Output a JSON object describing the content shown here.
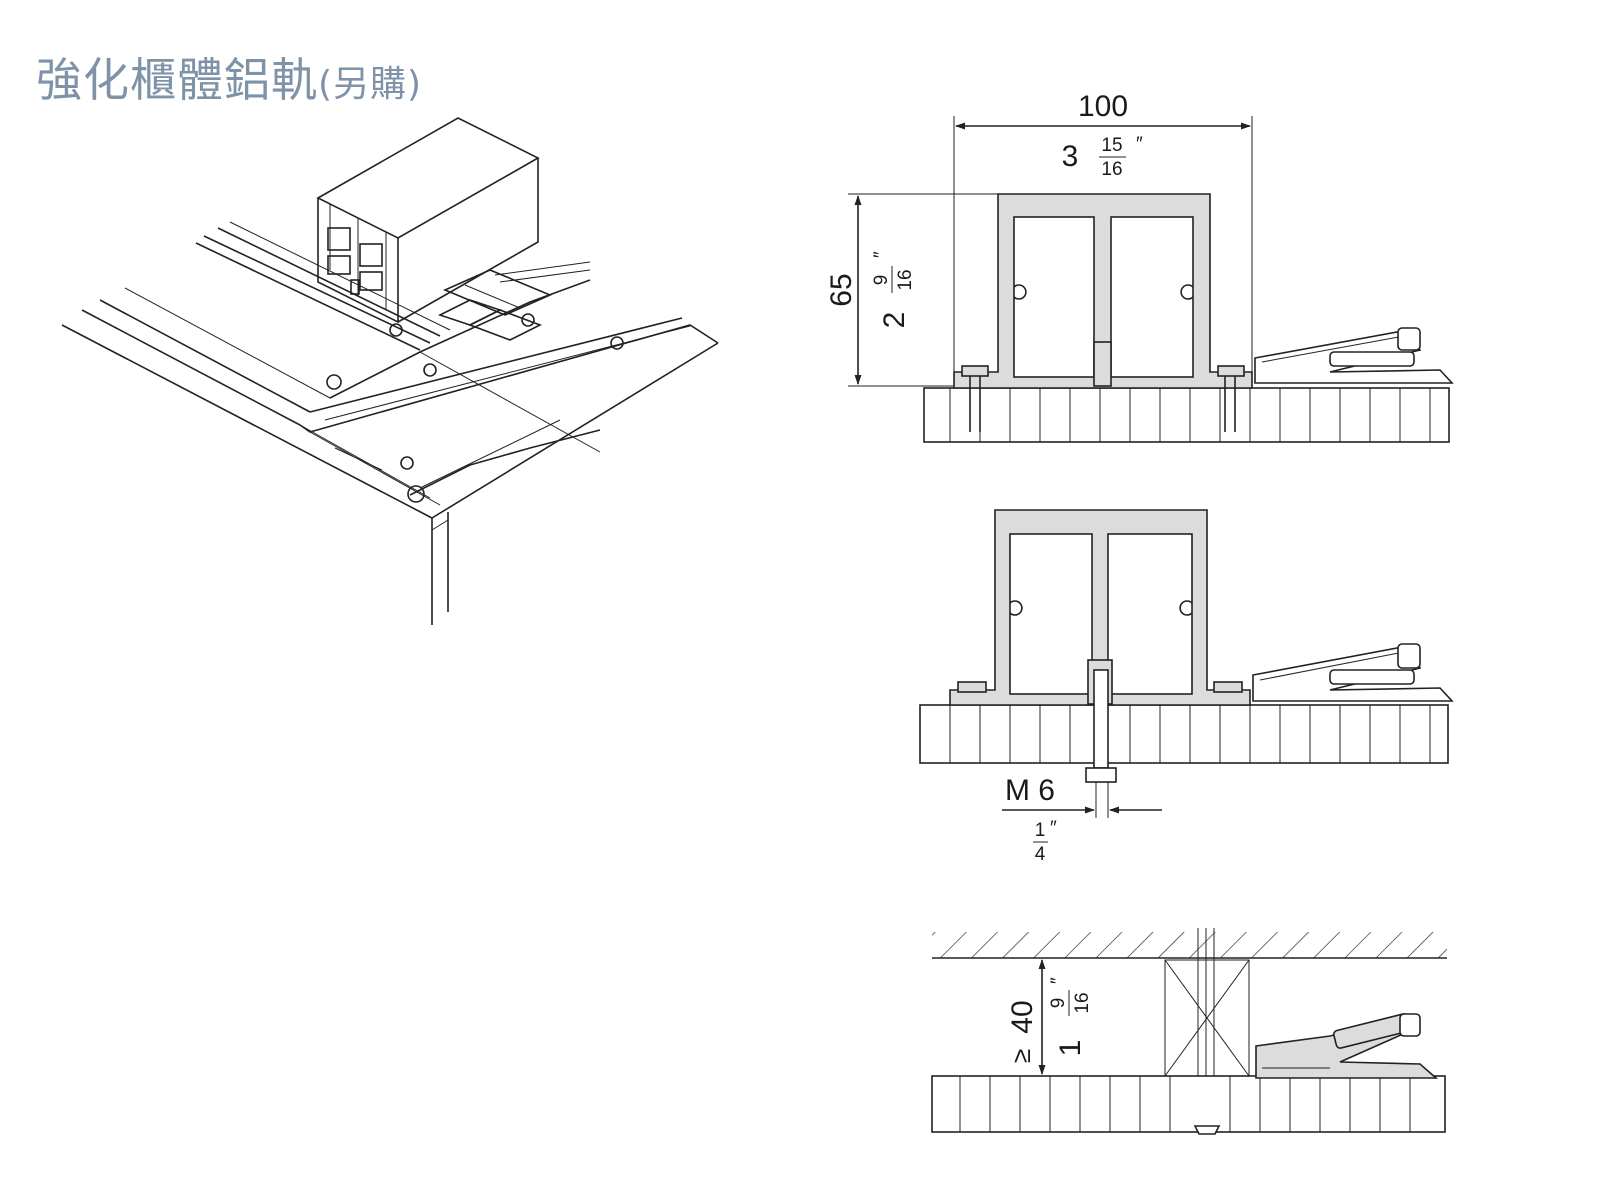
{
  "title": {
    "main": "強化櫃體鋁軌",
    "note": "(另購)"
  },
  "dimensions": {
    "width_mm": "100",
    "width_in_whole": "3",
    "width_in_num": "15",
    "width_in_den": "16",
    "inch_mark": "″",
    "height_mm": "65",
    "height_in_whole": "2",
    "height_in_num": "9",
    "height_in_den": "16",
    "screw_label": "M 6",
    "screw_in_num": "1",
    "screw_in_den": "4",
    "gap_prefix": "≥",
    "gap_mm": "40",
    "gap_in_whole": "1",
    "gap_in_num": "9",
    "gap_in_den": "16"
  }
}
